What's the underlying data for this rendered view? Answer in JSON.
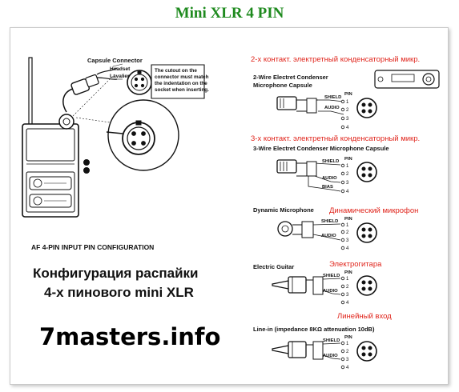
{
  "title": "Mini XLR 4 PIN",
  "left": {
    "capsule_connector": "Capsule Connector",
    "headset": "Headset",
    "lavalier": "Lavalier",
    "cutout_note": [
      "The cutout on the",
      "connector must match",
      "the indentation on the",
      "socket when inserting."
    ],
    "config_label": "AF 4-PIN INPUT PIN CONFIGURATION",
    "ru_title_1": "Конфигурация распайки",
    "ru_title_2": "4-х пинового mini XLR",
    "brand": "7masters.info"
  },
  "sections": [
    {
      "ru": "2-х контакт. электретный конденсаторный микр.",
      "en": [
        "2-Wire Electret Condenser",
        "Microphone Capsule"
      ],
      "wires": [
        "SHIELD",
        "AUDIO"
      ],
      "pins": [
        "PIN",
        "1",
        "2",
        "3",
        "4"
      ]
    },
    {
      "ru": "3-х контакт. электретный конденсаторный микр.",
      "en": [
        "3-Wire Electret Condenser Microphone Capsule"
      ],
      "wires": [
        "SHIELD",
        "AUDIO",
        "BIAS"
      ],
      "pins": [
        "PIN",
        "1",
        "2",
        "3",
        "4"
      ]
    },
    {
      "ru": "Динамический микрофон",
      "en": [
        "Dynamic Microphone"
      ],
      "wires": [
        "SHIELD",
        "AUDIO"
      ],
      "pins": [
        "PIN",
        "1",
        "2",
        "3",
        "4"
      ]
    },
    {
      "ru": "Электрогитара",
      "en": [
        "Electric Guitar"
      ],
      "wires": [
        "SHIELD",
        "AUDIO"
      ],
      "pins": [
        "PIN",
        "1",
        "2",
        "3",
        "4"
      ]
    },
    {
      "ru": "Линейный вход",
      "en": [
        "Line-in (impedance 8KΩ attenuation 10dB)"
      ],
      "wires": [
        "SHIELD",
        "AUDIO"
      ],
      "pins": [
        "PIN",
        "1",
        "2",
        "3",
        "4"
      ]
    }
  ],
  "colors": {
    "title": "#1e8a1e",
    "russian_labels": "#e0241b"
  }
}
